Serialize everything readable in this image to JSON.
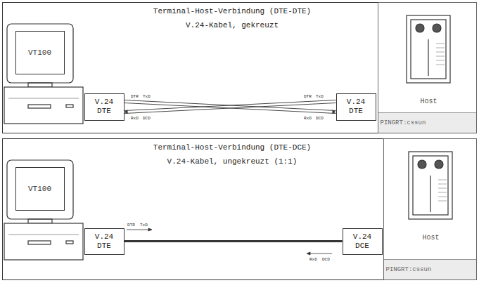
{
  "diagram": {
    "nodes": [
      {
        "text": [
          "Terminal-Host-Verbindung (DTE-DTE)",
          "V.24-Kabel, gekreuzt"
        ]
      },
      {
        "text": [
          "VT100"
        ],
        "in": 0
      },
      {
        "text": [
          "V.24 DTE"
        ],
        "in": 0
      },
      {
        "text": [
          "PINGRT:cssun"
        ],
        "in": 0
      },
      {
        "text": [
          "Host"
        ],
        "in": 3
      },
      {
        "text": [
          "V.24 DTE"
        ],
        "in": 0
      },
      {
        "text": [
          "Terminal-Host-Verbindung (DTE-DCE)",
          "V.24-Kabel, ungekreuzt (1:1)"
        ]
      },
      {
        "text": [
          "VT100"
        ],
        "in": 6
      },
      {
        "text": [
          "V.24 DTE"
        ],
        "in": 6
      },
      {
        "text": [
          "PINGRT:cssun"
        ],
        "in": 6
      },
      {
        "text": [
          "Host"
        ],
        "in": 9
      },
      {
        "text": [
          "V.24 DCE"
        ],
        "in": 6
      }
    ],
    "edges": [
      {
        "from": 2,
        "to": 5,
        "arrow": "to"
      },
      {
        "from": 5,
        "to": 2,
        "arrow": "to"
      },
      {
        "from": 8,
        "to": 11,
        "arrow": "none"
      }
    ],
    "labels": [
      "DTR",
      "TxD",
      "RxD",
      "DCD",
      "DTR",
      "TxD",
      "RxD",
      "DCD",
      "DTR",
      "TxD",
      "RxD",
      "DCD"
    ]
  }
}
